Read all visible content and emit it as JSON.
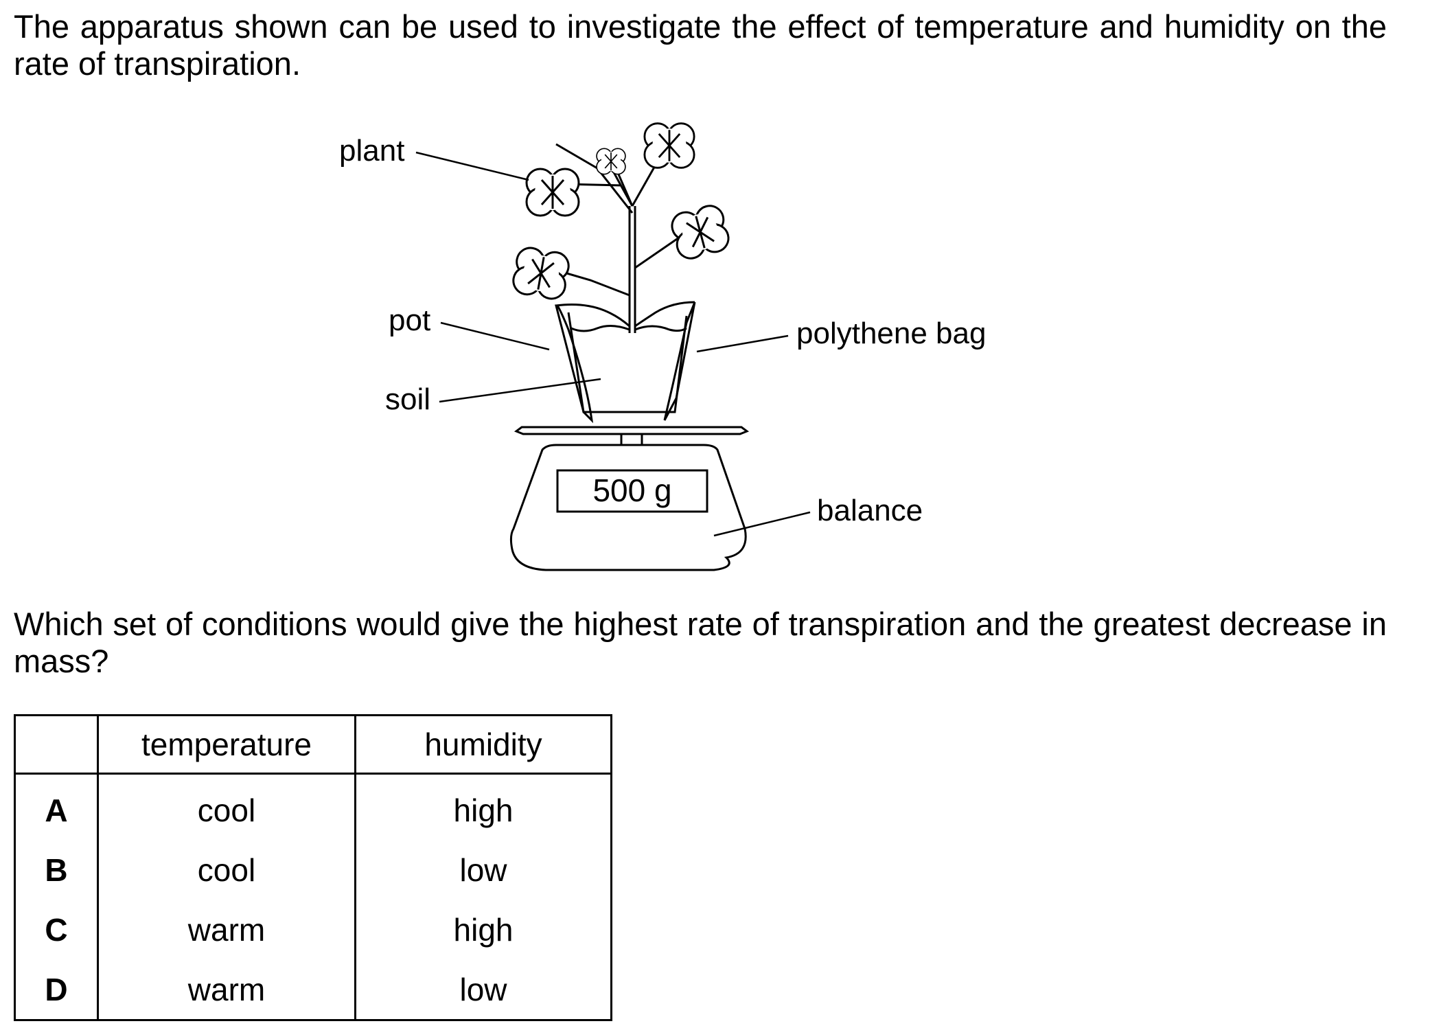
{
  "intro": "The apparatus shown can be used to investigate the effect of temperature and humidity on the rate of transpiration.",
  "diagram": {
    "labels": {
      "plant": "plant",
      "pot": "pot",
      "soil": "soil",
      "bag": "polythene bag",
      "balance": "balance"
    },
    "readout": "500 g"
  },
  "question": "Which set of conditions would give the highest rate of transpiration and the greatest decrease in mass?",
  "table": {
    "headers": [
      "",
      "temperature",
      "humidity"
    ],
    "rows": [
      {
        "key": "A",
        "temperature": "cool",
        "humidity": "high"
      },
      {
        "key": "B",
        "temperature": "cool",
        "humidity": "low"
      },
      {
        "key": "C",
        "temperature": "warm",
        "humidity": "high"
      },
      {
        "key": "D",
        "temperature": "warm",
        "humidity": "low"
      }
    ]
  }
}
